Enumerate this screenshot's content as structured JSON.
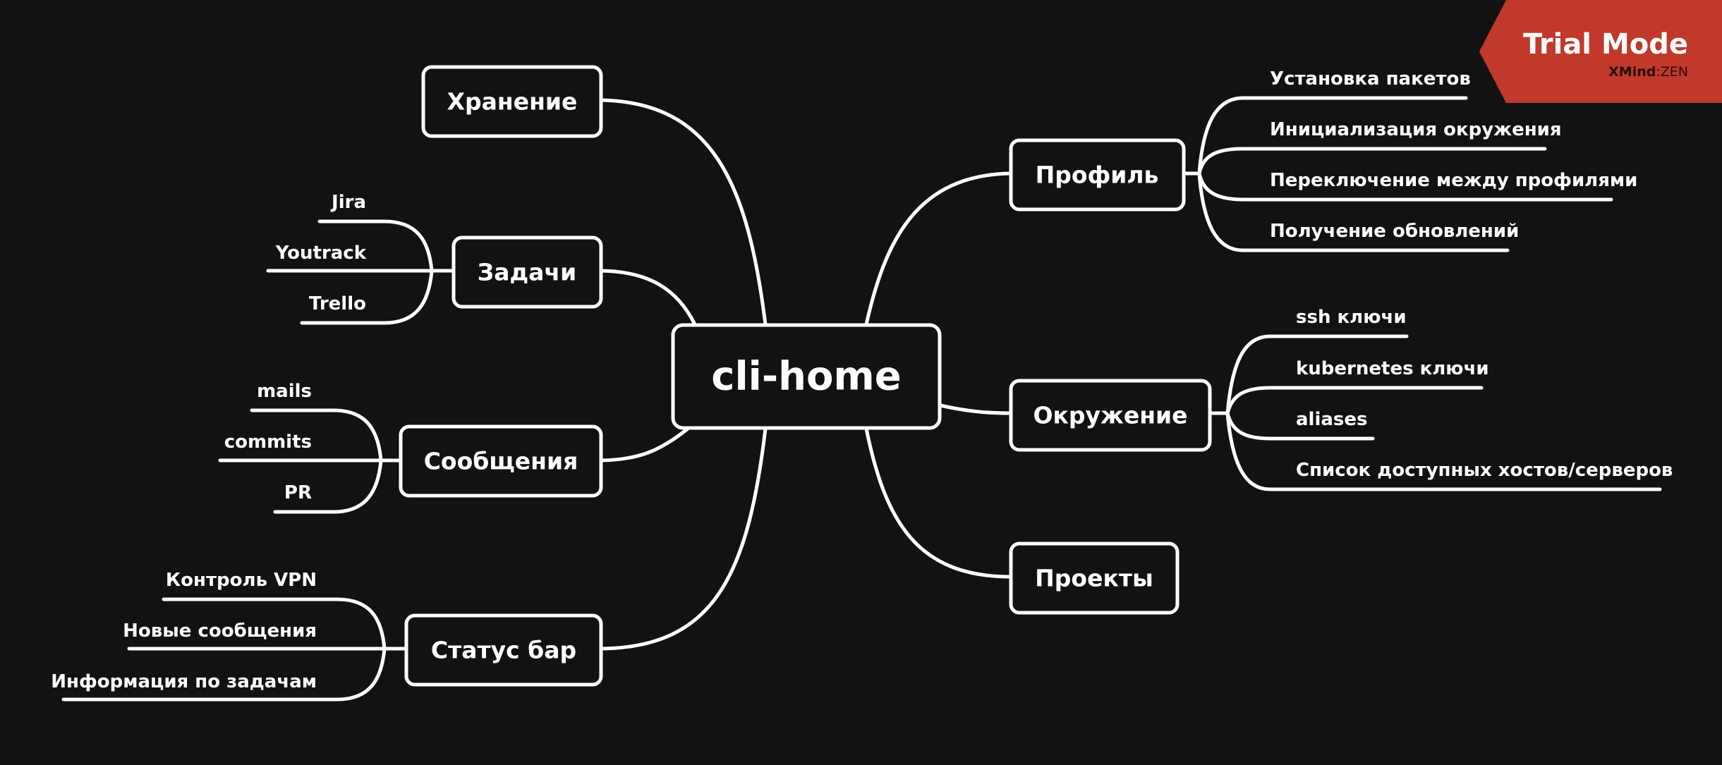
{
  "colors": {
    "background": "#121212",
    "line": "#ffffff",
    "badge": "#c0392b"
  },
  "badge": {
    "title": "Trial Mode",
    "brand": "XMind",
    "edition": "ZEN",
    "separator": ":"
  },
  "root": {
    "label": "cli-home"
  },
  "left": [
    {
      "label": "Хранение",
      "children": []
    },
    {
      "label": "Задачи",
      "children": [
        "Jira",
        "Youtrack",
        "Trello"
      ]
    },
    {
      "label": "Сообщения",
      "children": [
        "mails",
        "commits",
        "PR"
      ]
    },
    {
      "label": "Статус бар",
      "children": [
        "Контроль VPN",
        "Новые сообщения",
        "Информация по задачам"
      ]
    }
  ],
  "right": [
    {
      "label": "Профиль",
      "children": [
        "Установка пакетов",
        "Инициализация окружения",
        "Переключение между профилями",
        "Получение обновлений"
      ]
    },
    {
      "label": "Окружение",
      "children": [
        "ssh ключи",
        "kubernetes ключи",
        "aliases",
        "Список доступных хостов/серверов"
      ]
    },
    {
      "label": "Проекты",
      "children": []
    }
  ]
}
